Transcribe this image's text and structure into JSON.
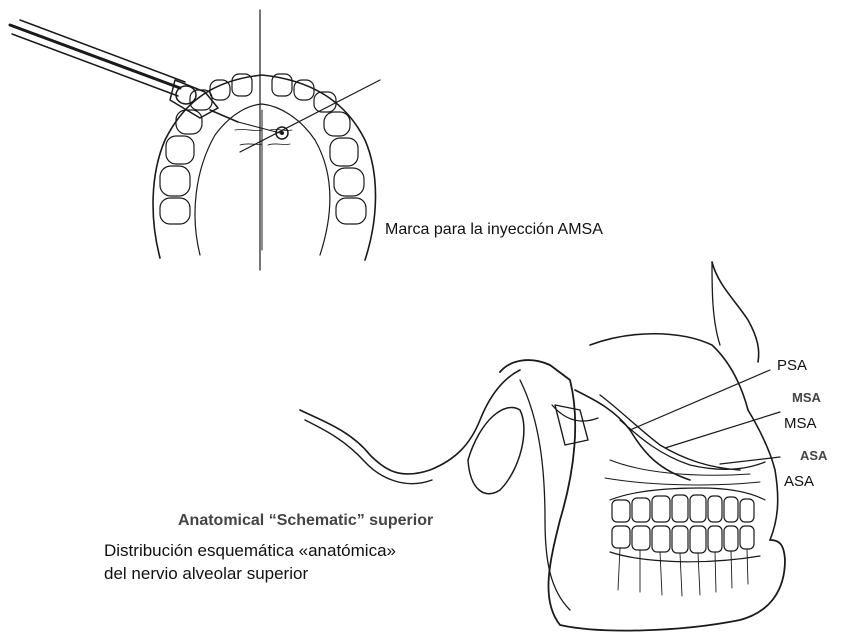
{
  "labels": {
    "amsa_mark": "Marca para la inyección AMSA",
    "psa": "PSA",
    "msa": "MSA",
    "asa": "ASA",
    "msa_original": "MSA",
    "asa_original": "ASA",
    "schematic_en": "Anatomical “Schematic” superior",
    "caption_line1": "Distribución esquemática «anatómica»",
    "caption_line2": "del nervio alveolar superior"
  },
  "illustrations": {
    "top": "maxillary-arch-with-syringe",
    "bottom": "skull-lateral-with-superior-alveolar-nerves"
  },
  "colors": {
    "ink": "#1a1a1a",
    "paper": "#ffffff"
  }
}
